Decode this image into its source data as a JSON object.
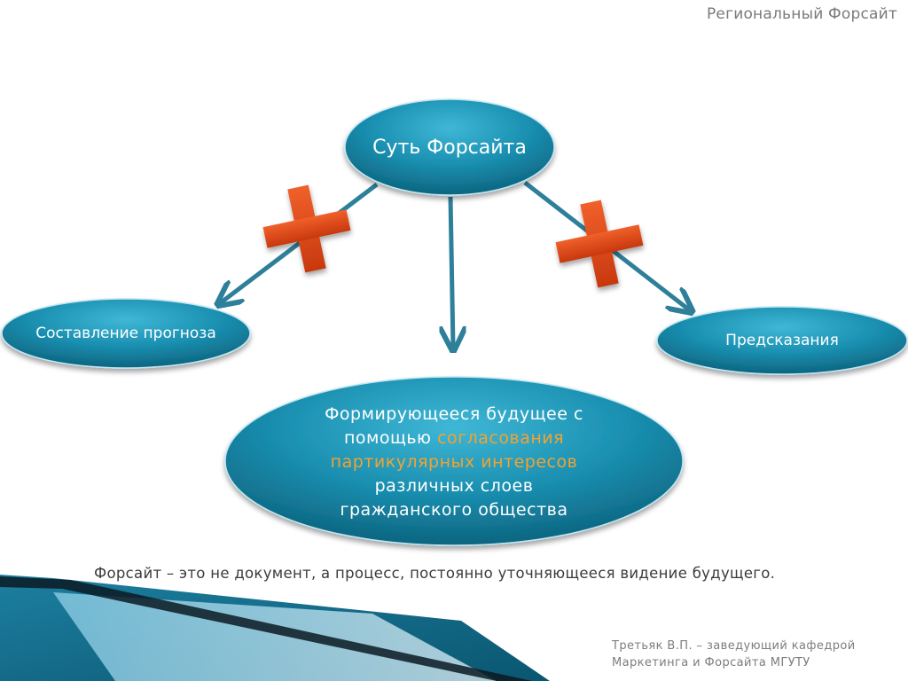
{
  "header": {
    "title": "Региональный Форсайт"
  },
  "diagram": {
    "center_node": "Суть Форсайта",
    "left_node": "Составление прогноза",
    "right_node": "Предсказания",
    "bottom_node": {
      "line1": "Формирующееся будущее с",
      "line2_plain": "помощью ",
      "line2_highlight": "согласования",
      "line3_highlight": "партикулярных интересов",
      "line4": "различных слоев",
      "line5": "гражданского общества"
    }
  },
  "caption": "Форсайт – это  не документ, а процесс, постоянно уточняющееся видение будущего.",
  "author": {
    "line1": "Третьяк В.П. – заведующий кафедрой",
    "line2": "Маркетинга и Форсайта МГУТУ"
  },
  "colors": {
    "node_fill": "#1a8fb0",
    "arrow": "#2d7f9a",
    "cross": "#e24a1a",
    "highlight": "#f2a233"
  }
}
